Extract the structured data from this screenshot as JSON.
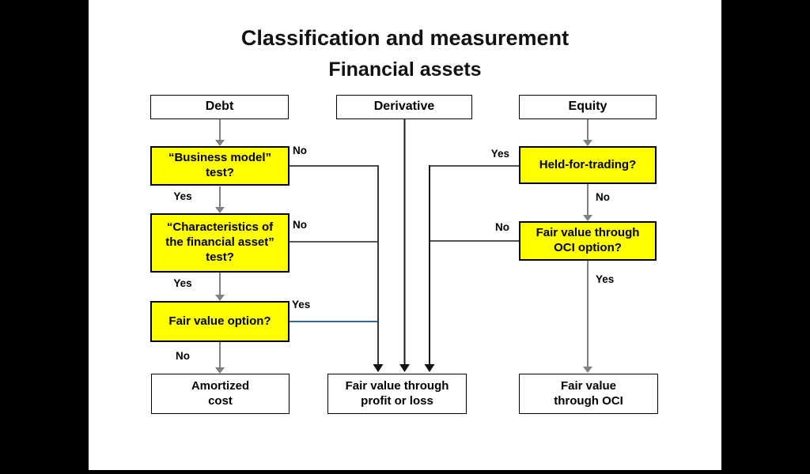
{
  "title": {
    "line1": "Classification and measurement",
    "line2": "Financial assets"
  },
  "headers": {
    "debt": "Debt",
    "derivative": "Derivative",
    "equity": "Equity"
  },
  "boxes": {
    "business_model": "“Business model”\ntest?",
    "characteristics": "“Characteristics of\nthe financial asset”\ntest?",
    "fair_value_option": "Fair value option?",
    "held_for_trading": "Held-for-trading?",
    "fvoci_option": "Fair value through\nOCI option?",
    "amortized_cost": "Amortized\ncost",
    "fvtpl": "Fair value through\nprofit or loss",
    "fvoci": "Fair value\nthrough OCI"
  },
  "labels": {
    "yes": "Yes",
    "no": "No"
  },
  "colors": {
    "highlight_yellow": "#FFFF00",
    "arrow_gray": "#808080",
    "connector_dark": "#404040",
    "connector_black": "#1A1A1A",
    "connector_navy": "#1F4E79",
    "background": "#000000",
    "slide": "#FFFFFF"
  }
}
